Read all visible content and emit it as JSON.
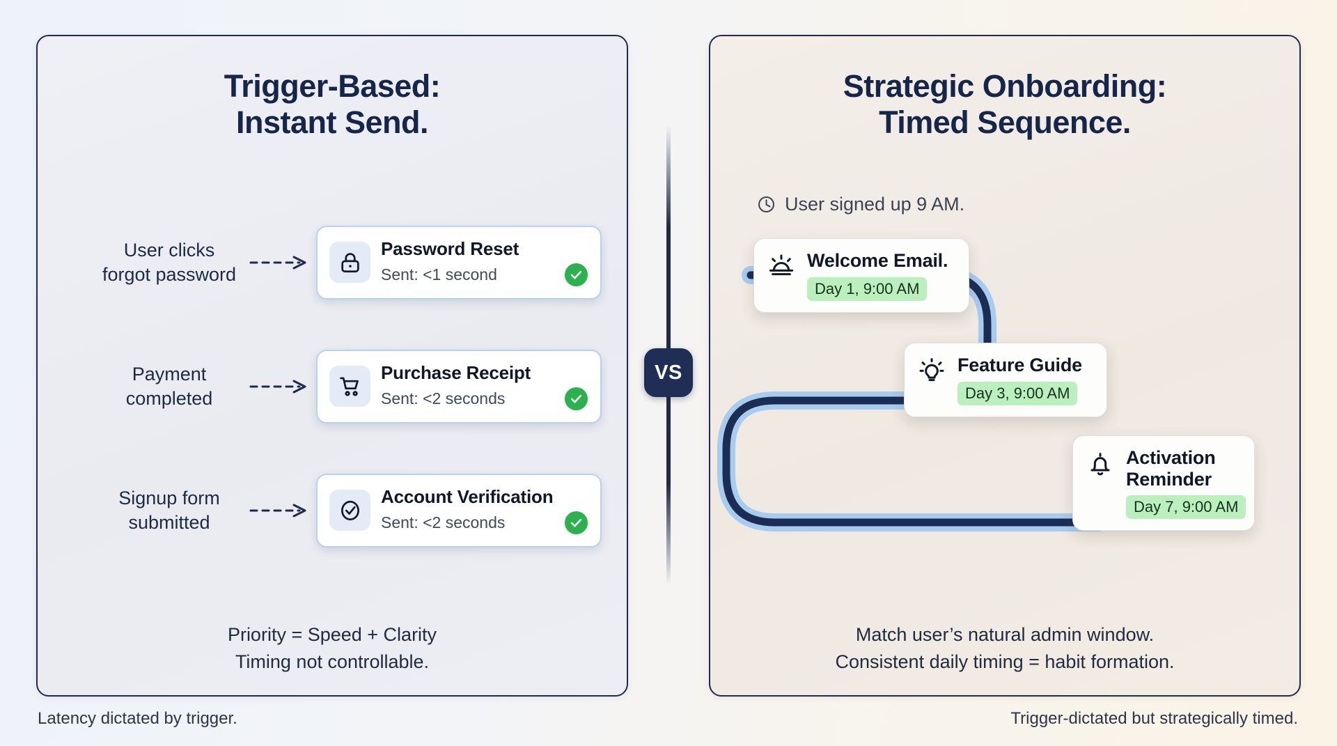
{
  "left_panel": {
    "title": "Trigger-Based:\nInstant Send.",
    "rows": [
      {
        "trigger": "User clicks\nforgot password",
        "icon": "lock-icon",
        "title": "Password Reset",
        "status": "Sent: <1 second",
        "check": "check-badge"
      },
      {
        "trigger": "Payment\ncompleted",
        "icon": "shopping-cart-icon",
        "title": "Purchase Receipt",
        "status": "Sent: <2 seconds",
        "check": "check-badge"
      },
      {
        "trigger": "Signup form\nsubmitted",
        "icon": "check-circle-icon",
        "title": "Account Verification",
        "status": "Sent: <2 seconds",
        "check": "check-badge"
      }
    ],
    "note": "Priority = Speed + Clarity\nTiming not controllable.",
    "caption": "Latency dictated by trigger."
  },
  "divider": {
    "label": "VS"
  },
  "right_panel": {
    "title": "Strategic Onboarding:\nTimed Sequence.",
    "signup": {
      "icon": "clock-icon",
      "text": "User signed up 9 AM."
    },
    "sequence": [
      {
        "icon": "sunrise-icon",
        "title": "Welcome Email.",
        "schedule": "Day 1, 9:00 AM"
      },
      {
        "icon": "lightbulb-icon",
        "title": "Feature Guide",
        "schedule": "Day 3, 9:00 AM"
      },
      {
        "icon": "bell-icon",
        "title": "Activation\nReminder",
        "schedule": "Day 7, 9:00 AM"
      }
    ],
    "note": "Match user’s natural admin window.\nConsistent daily timing = habit formation.",
    "caption": "Trigger-dictated but strategically timed."
  },
  "colors": {
    "navy": "#16254a",
    "card_border_blue": "#b6d2ee",
    "icon_tile": "#e4ebf6",
    "check_green": "#2bb14e",
    "badge_green": "#bbf0be",
    "path_dark": "#1b2d55",
    "path_glow": "#a8cbf0",
    "left_bg": "#eef0f5",
    "right_bg": "#f2ece5"
  }
}
